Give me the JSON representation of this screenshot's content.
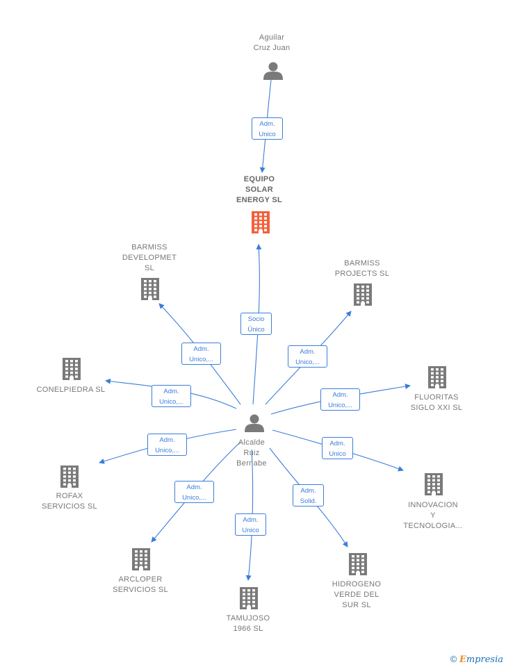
{
  "colors": {
    "line": "#3b7dd8",
    "building": "#7a7a7a",
    "building_highlight": "#f2613a",
    "person": "#7a7a7a"
  },
  "nodes": [
    {
      "id": "aguilar",
      "kind": "person",
      "label": "Aguilar\nCruz Juan"
    },
    {
      "id": "alcalde",
      "kind": "person",
      "label": "Alcalde\nRuiz\nBernabe"
    },
    {
      "id": "equipo",
      "kind": "company",
      "highlight": true,
      "label": "EQUIPO\nSOLAR\nENERGY  SL"
    },
    {
      "id": "barmiss_dev",
      "kind": "company",
      "label": "BARMISS\nDEVELOPMET\nSL"
    },
    {
      "id": "barmiss_proj",
      "kind": "company",
      "label": "BARMISS\nPROJECTS  SL"
    },
    {
      "id": "conelpiedra",
      "kind": "company",
      "label": "CONELPIEDRA SL"
    },
    {
      "id": "fluoritas",
      "kind": "company",
      "label": "FLUORITAS\nSIGLO XXI  SL"
    },
    {
      "id": "rofax",
      "kind": "company",
      "label": "ROFAX\nSERVICIOS  SL"
    },
    {
      "id": "innovacion",
      "kind": "company",
      "label": "INNOVACION\nY\nTECNOLOGIA..."
    },
    {
      "id": "arcloper",
      "kind": "company",
      "label": "ARCLOPER\nSERVICIOS  SL"
    },
    {
      "id": "tamujoso",
      "kind": "company",
      "label": "TAMUJOSO\n1966  SL"
    },
    {
      "id": "hidrogeno",
      "kind": "company",
      "label": "HIDROGENO\nVERDE DEL\nSUR  SL"
    }
  ],
  "edges": [
    {
      "from": "aguilar",
      "to": "equipo",
      "label": "Adm.\nUnico"
    },
    {
      "from": "alcalde",
      "to": "equipo",
      "label": "Socio\nÚnico"
    },
    {
      "from": "alcalde",
      "to": "barmiss_dev",
      "label": "Adm.\nUnico,..."
    },
    {
      "from": "alcalde",
      "to": "barmiss_proj",
      "label": "Adm.\nUnico,..."
    },
    {
      "from": "alcalde",
      "to": "conelpiedra",
      "label": "Adm.\nUnico,..."
    },
    {
      "from": "alcalde",
      "to": "fluoritas",
      "label": "Adm.\nUnico,..."
    },
    {
      "from": "alcalde",
      "to": "rofax",
      "label": "Adm.\nUnico,..."
    },
    {
      "from": "alcalde",
      "to": "innovacion",
      "label": "Adm.\nUnico"
    },
    {
      "from": "alcalde",
      "to": "arcloper",
      "label": "Adm.\nUnico,..."
    },
    {
      "from": "alcalde",
      "to": "tamujoso",
      "label": "Adm.\nUnico"
    },
    {
      "from": "alcalde",
      "to": "hidrogeno",
      "label": "Adm.\nSolid."
    }
  ],
  "footer": {
    "copyright": "©",
    "brand_first": "E",
    "brand_rest": "mpresia"
  }
}
